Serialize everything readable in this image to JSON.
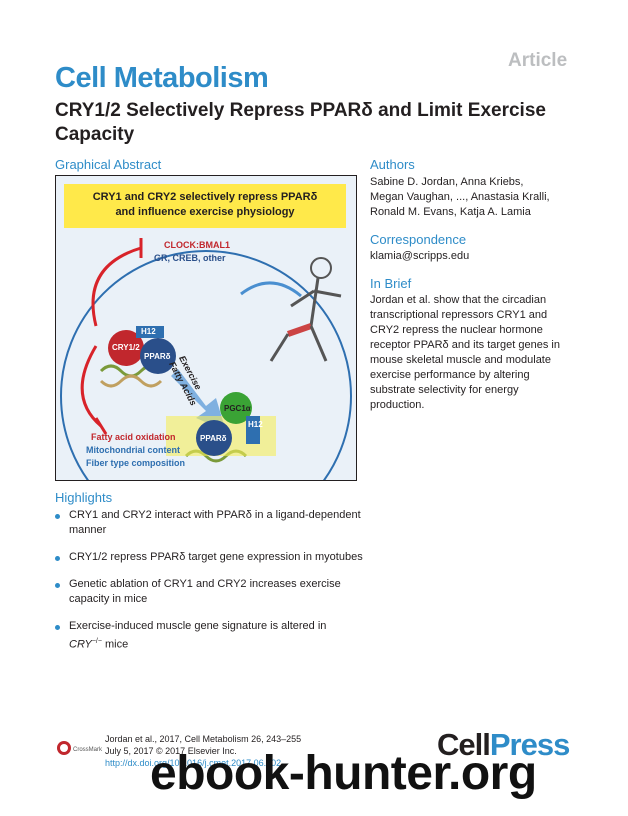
{
  "header": {
    "article_tag": "Article",
    "journal": "Cell Metabolism",
    "title": "CRY1/2 Selectively Repress PPARδ and Limit Exercise Capacity"
  },
  "graphical_abstract": {
    "heading": "Graphical Abstract",
    "banner_line1": "CRY1 and CRY2 selectively repress PPARδ",
    "banner_line2": "and influence exercise physiology",
    "label_clock": "CLOCK:BMAL1",
    "label_gr": "GR, CREB, other",
    "label_h12_top": "H12",
    "label_cry": "CRY1/2",
    "label_ppar_top": "PPARδ",
    "label_exercise": "Exercise",
    "label_fatty": "Fatty Acids",
    "label_pgc": "PGC1α",
    "label_h12_bottom": "H12",
    "label_ppar_bottom": "PPARδ",
    "label_fatty_ox": "Fatty acid oxidation",
    "label_mito": "Mitochondrial content",
    "label_fiber": "Fiber type composition"
  },
  "authors": {
    "heading": "Authors",
    "text": "Sabine D. Jordan, Anna Kriebs, Megan Vaughan, ..., Anastasia Kralli, Ronald M. Evans, Katja A. Lamia"
  },
  "correspondence": {
    "heading": "Correspondence",
    "email": "klamia@scripps.edu"
  },
  "in_brief": {
    "heading": "In Brief",
    "text": "Jordan et al. show that the circadian transcriptional repressors CRY1 and CRY2 repress the nuclear hormone receptor PPARδ and its target genes in mouse skeletal muscle and modulate exercise performance by altering substrate selectivity for energy production."
  },
  "highlights": {
    "heading": "Highlights",
    "items": [
      "CRY1 and CRY2 interact with PPARδ in a ligand-dependent manner",
      "CRY1/2 repress PPARδ target gene expression in myotubes",
      "Genetic ablation of CRY1 and CRY2 increases exercise capacity in mice",
      "Exercise-induced muscle gene signature is altered in"
    ],
    "last_item_italic": "CRY",
    "last_item_sup": "−/−",
    "last_item_tail": " mice"
  },
  "citation": {
    "line1": "Jordan et al., 2017, Cell Metabolism 26, 243–255",
    "line2": "July 5, 2017 © 2017 Elsevier Inc.",
    "doi": "http://dx.doi.org/10.1016/j.cmet.2017.06.002",
    "crossmark": "CrossMark"
  },
  "publisher": {
    "cell": "Cell",
    "press": "Press"
  },
  "watermark": "ebook-hunter.org"
}
